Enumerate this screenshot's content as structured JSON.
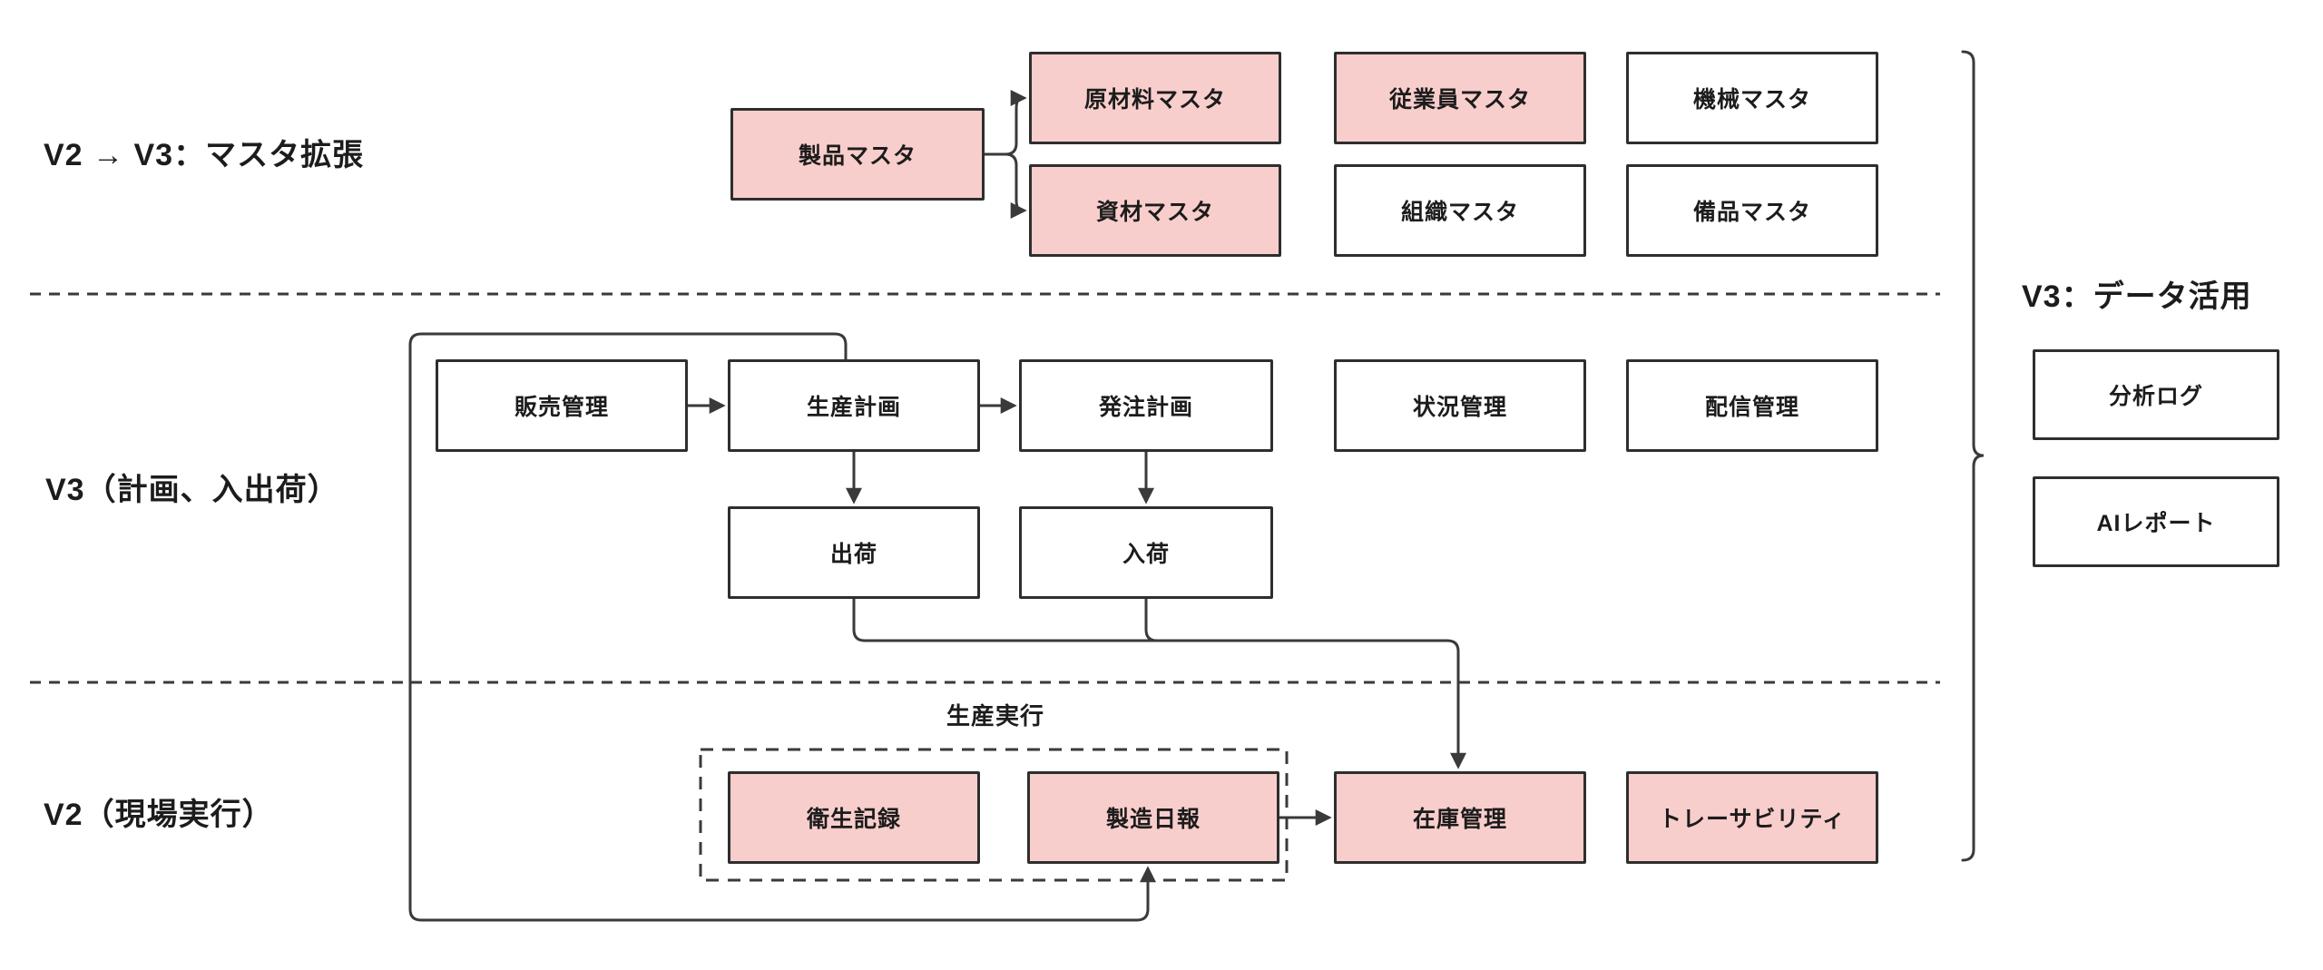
{
  "colors": {
    "highlight_fill": "#F8CECC",
    "node_border": "#2e2e2e",
    "connector": "#3a3a3a",
    "background": "#ffffff"
  },
  "sections": {
    "master": {
      "label": "V2 → V3：マスタ拡張",
      "nodes": [
        {
          "label": "製品マスタ",
          "highlighted": true
        },
        {
          "label": "原材料マスタ",
          "highlighted": true
        },
        {
          "label": "資材マスタ",
          "highlighted": true
        },
        {
          "label": "従業員マスタ",
          "highlighted": true
        },
        {
          "label": "機械マスタ",
          "highlighted": false
        },
        {
          "label": "組織マスタ",
          "highlighted": false
        },
        {
          "label": "備品マスタ",
          "highlighted": false
        }
      ]
    },
    "planning": {
      "label": "V3（計画、入出荷）",
      "nodes": [
        {
          "label": "販売管理",
          "highlighted": false
        },
        {
          "label": "生産計画",
          "highlighted": false
        },
        {
          "label": "発注計画",
          "highlighted": false
        },
        {
          "label": "状況管理",
          "highlighted": false
        },
        {
          "label": "配信管理",
          "highlighted": false
        },
        {
          "label": "出荷",
          "highlighted": false
        },
        {
          "label": "入荷",
          "highlighted": false
        }
      ]
    },
    "shopfloor": {
      "label": "V2（現場実行）",
      "group_label": "生産実行",
      "nodes": [
        {
          "label": "衛生記録",
          "highlighted": true
        },
        {
          "label": "製造日報",
          "highlighted": true
        },
        {
          "label": "在庫管理",
          "highlighted": true
        },
        {
          "label": "トレーサビリティ",
          "highlighted": true
        }
      ]
    },
    "data_utilization": {
      "label": "V3：データ活用",
      "nodes": [
        {
          "label": "分析ログ",
          "highlighted": false
        },
        {
          "label": "AIレポート",
          "highlighted": false
        }
      ]
    }
  }
}
